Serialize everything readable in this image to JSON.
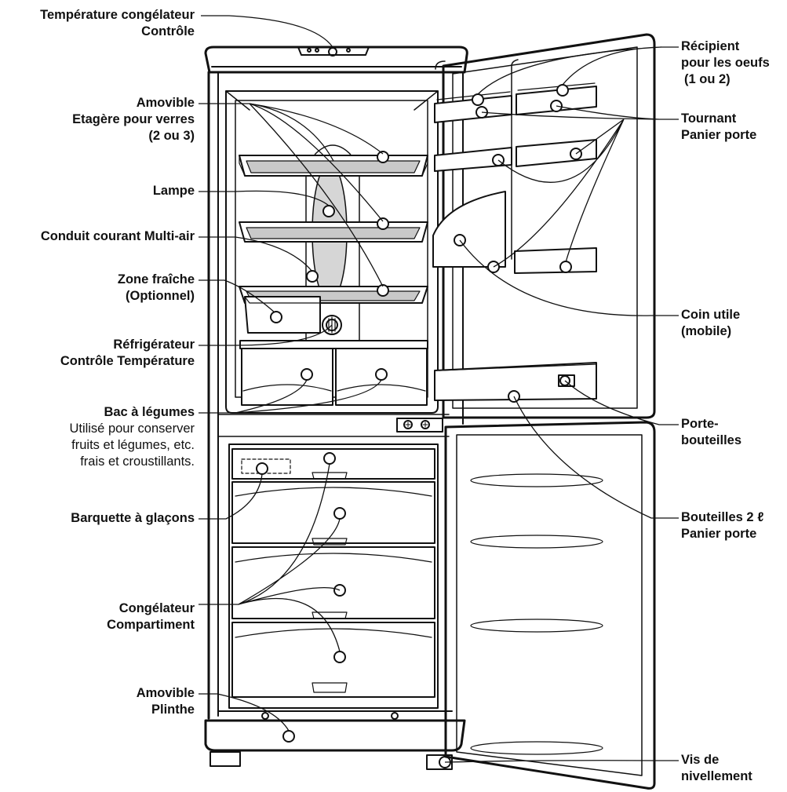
{
  "labels": {
    "freezer_temp": [
      "Température congélateur",
      "Contrôle"
    ],
    "glass_shelf": [
      "Amovible",
      "Etagère pour verres",
      "(2 ou 3)"
    ],
    "lamp": [
      "Lampe"
    ],
    "multi_air": [
      "Conduit courant Multi-air"
    ],
    "fresh_zone": [
      "Zone fraîche",
      "(Optionnel)"
    ],
    "fridge_temp": [
      "Réfrigérateur",
      "Contrôle Température"
    ],
    "vegetable": {
      "title": "Bac à légumes",
      "desc": [
        "Utilisé pour conserver",
        "fruits et légumes, etc.",
        "frais et croustillants."
      ]
    },
    "ice_tray": [
      "Barquette à glaçons"
    ],
    "freezer_comp": [
      "Congélateur",
      "Compartiment"
    ],
    "plinth": [
      "Amovible",
      "Plinthe"
    ],
    "egg_holder": [
      "Récipient",
      "pour les oeufs",
      "(1 ou 2)"
    ],
    "door_basket": [
      "Tournant",
      "Panier porte"
    ],
    "corner": [
      "Coin utile",
      "(mobile)"
    ],
    "bottle_holder": [
      "Porte-",
      "bouteilles"
    ],
    "bottle_basket": [
      "Bouteilles 2 ℓ",
      "Panier porte"
    ],
    "leveling": [
      "Vis de",
      "nivellement"
    ]
  },
  "colors": {
    "line": "#111111",
    "shelf_glass": "#c9c9c9",
    "lamp_fill": "#d6d6d6"
  }
}
